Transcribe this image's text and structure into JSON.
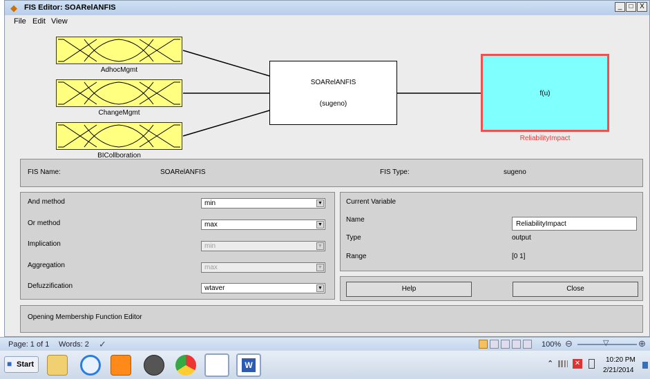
{
  "window": {
    "title": "FIS Editor: SOARelANFIS",
    "min_label": "_",
    "max_label": "□",
    "close_label": "X"
  },
  "menu": {
    "file": "File",
    "edit": "Edit",
    "view": "View"
  },
  "diagram": {
    "inputs": [
      "AdhocMgmt",
      "ChangeMgmt",
      "BICollboration"
    ],
    "fis_name": "SOARelANFIS",
    "fis_type_paren": "(sugeno)",
    "output_fn": "f(u)",
    "output_name": "ReliabilityImpact"
  },
  "info": {
    "fis_name_label": "FIS Name:",
    "fis_name_value": "SOARelANFIS",
    "fis_type_label": "FIS Type:",
    "fis_type_value": "sugeno"
  },
  "methods": {
    "and_label": "And method",
    "and_value": "min",
    "or_label": "Or method",
    "or_value": "max",
    "implication_label": "Implication",
    "implication_value": "min",
    "aggregation_label": "Aggregation",
    "aggregation_value": "max",
    "defuzz_label": "Defuzzification",
    "defuzz_value": "wtaver"
  },
  "current_variable": {
    "heading": "Current Variable",
    "name_label": "Name",
    "name_value": "ReliabilityImpact",
    "type_label": "Type",
    "type_value": "output",
    "range_label": "Range",
    "range_value": "[0 1]"
  },
  "buttons": {
    "help": "Help",
    "close": "Close"
  },
  "status_message": "Opening Membership Function Editor",
  "word_status": {
    "page": "Page: 1 of 1",
    "words": "Words: 2",
    "zoom": "100%"
  },
  "taskbar": {
    "start": "Start",
    "time": "10:20 PM",
    "date": "2/21/2014"
  },
  "colors": {
    "mf_fill": "#ffff80",
    "output_fill": "#80ffff",
    "output_border": "#f05050",
    "output_label": "#e04040"
  }
}
